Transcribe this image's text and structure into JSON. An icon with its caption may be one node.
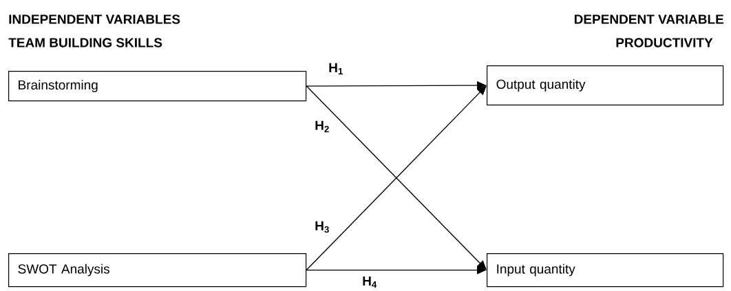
{
  "diagram": {
    "nodes": [
      {
        "text": [
          "Brainstorming"
        ]
      },
      {
        "text": [
          "Output quantity"
        ]
      },
      {
        "text": [
          "SWOT Analysis"
        ]
      },
      {
        "text": [
          "Input quantity"
        ]
      }
    ],
    "edges": [
      {
        "from": 0,
        "to": 1,
        "arrow": "to",
        "label": "H$_{1}$"
      },
      {
        "from": 0,
        "to": 3,
        "arrow": "to",
        "label": "H$_{2}$"
      },
      {
        "from": 2,
        "to": 1,
        "arrow": "to",
        "label": "H$_{3}$"
      },
      {
        "from": 2,
        "to": 3,
        "arrow": "to",
        "label": "H$_{4}$"
      }
    ],
    "labels": [
      "INDEPENDENT VARIABLES",
      "DEPENDENT VARIABLE",
      "TEAM BUILDING SKILLS",
      "PRODUCTIVITY"
    ]
  }
}
